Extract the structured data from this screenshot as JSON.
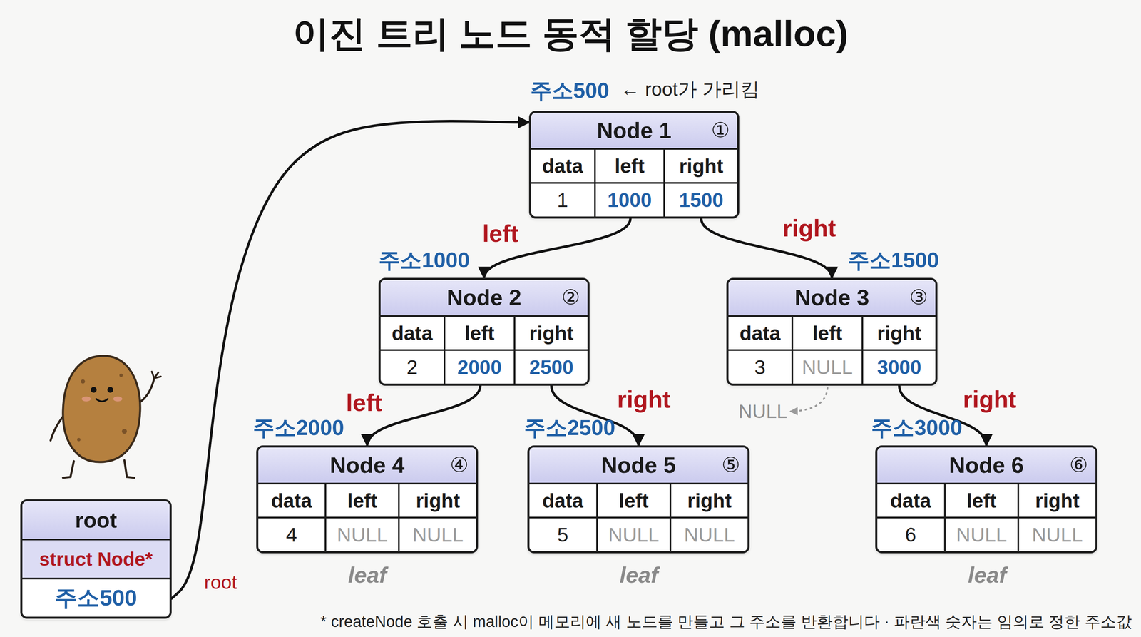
{
  "diagram": {
    "title": "이진 트리 노드 동적 할당 (malloc)",
    "caption": "* createNode 호출 시 malloc이 메모리에 새 노드를 만들고 그 주소를 반환합니다 · 파란색 숫자는 임의로 정한 주소값",
    "nodes": [
      {
        "text": [
          "Node 1",
          "①",
          "data",
          "left",
          "right",
          "1",
          "1000",
          "1500"
        ]
      },
      {
        "text": [
          "Node 2",
          "②",
          "data",
          "left",
          "right",
          "2",
          "2000",
          "2500"
        ]
      },
      {
        "text": [
          "Node 3",
          "③",
          "data",
          "left",
          "right",
          "3",
          "NULL",
          "3000"
        ]
      },
      {
        "text": [
          "Node 4",
          "④",
          "data",
          "left",
          "right",
          "4",
          "NULL",
          "NULL"
        ]
      },
      {
        "text": [
          "Node 5",
          "⑤",
          "data",
          "left",
          "right",
          "5",
          "NULL",
          "NULL"
        ]
      },
      {
        "text": [
          "Node 6",
          "⑥",
          "data",
          "left",
          "right",
          "6",
          "NULL",
          "NULL"
        ]
      },
      {
        "text": [
          "root",
          "struct Node*",
          "주소500"
        ]
      }
    ],
    "edges": [
      {
        "from": 0,
        "to": 1,
        "arrow": "to",
        "label": "left"
      },
      {
        "from": 0,
        "to": 2,
        "arrow": "to",
        "label": "right"
      },
      {
        "from": 1,
        "to": 3,
        "arrow": "to",
        "label": "left"
      },
      {
        "from": 1,
        "to": 4,
        "arrow": "to",
        "label": "right"
      },
      {
        "from": 2,
        "to": 5,
        "arrow": "to",
        "label": "right"
      },
      {
        "from": 6,
        "to": 0,
        "arrow": "to",
        "label": "root"
      }
    ],
    "labels": [
      "주소500",
      "← root가 가리킴",
      "주소1000",
      "주소1500",
      "NULL",
      "주소2000",
      "주소2500",
      "주소3000",
      "leaf",
      "leaf",
      "leaf"
    ]
  }
}
